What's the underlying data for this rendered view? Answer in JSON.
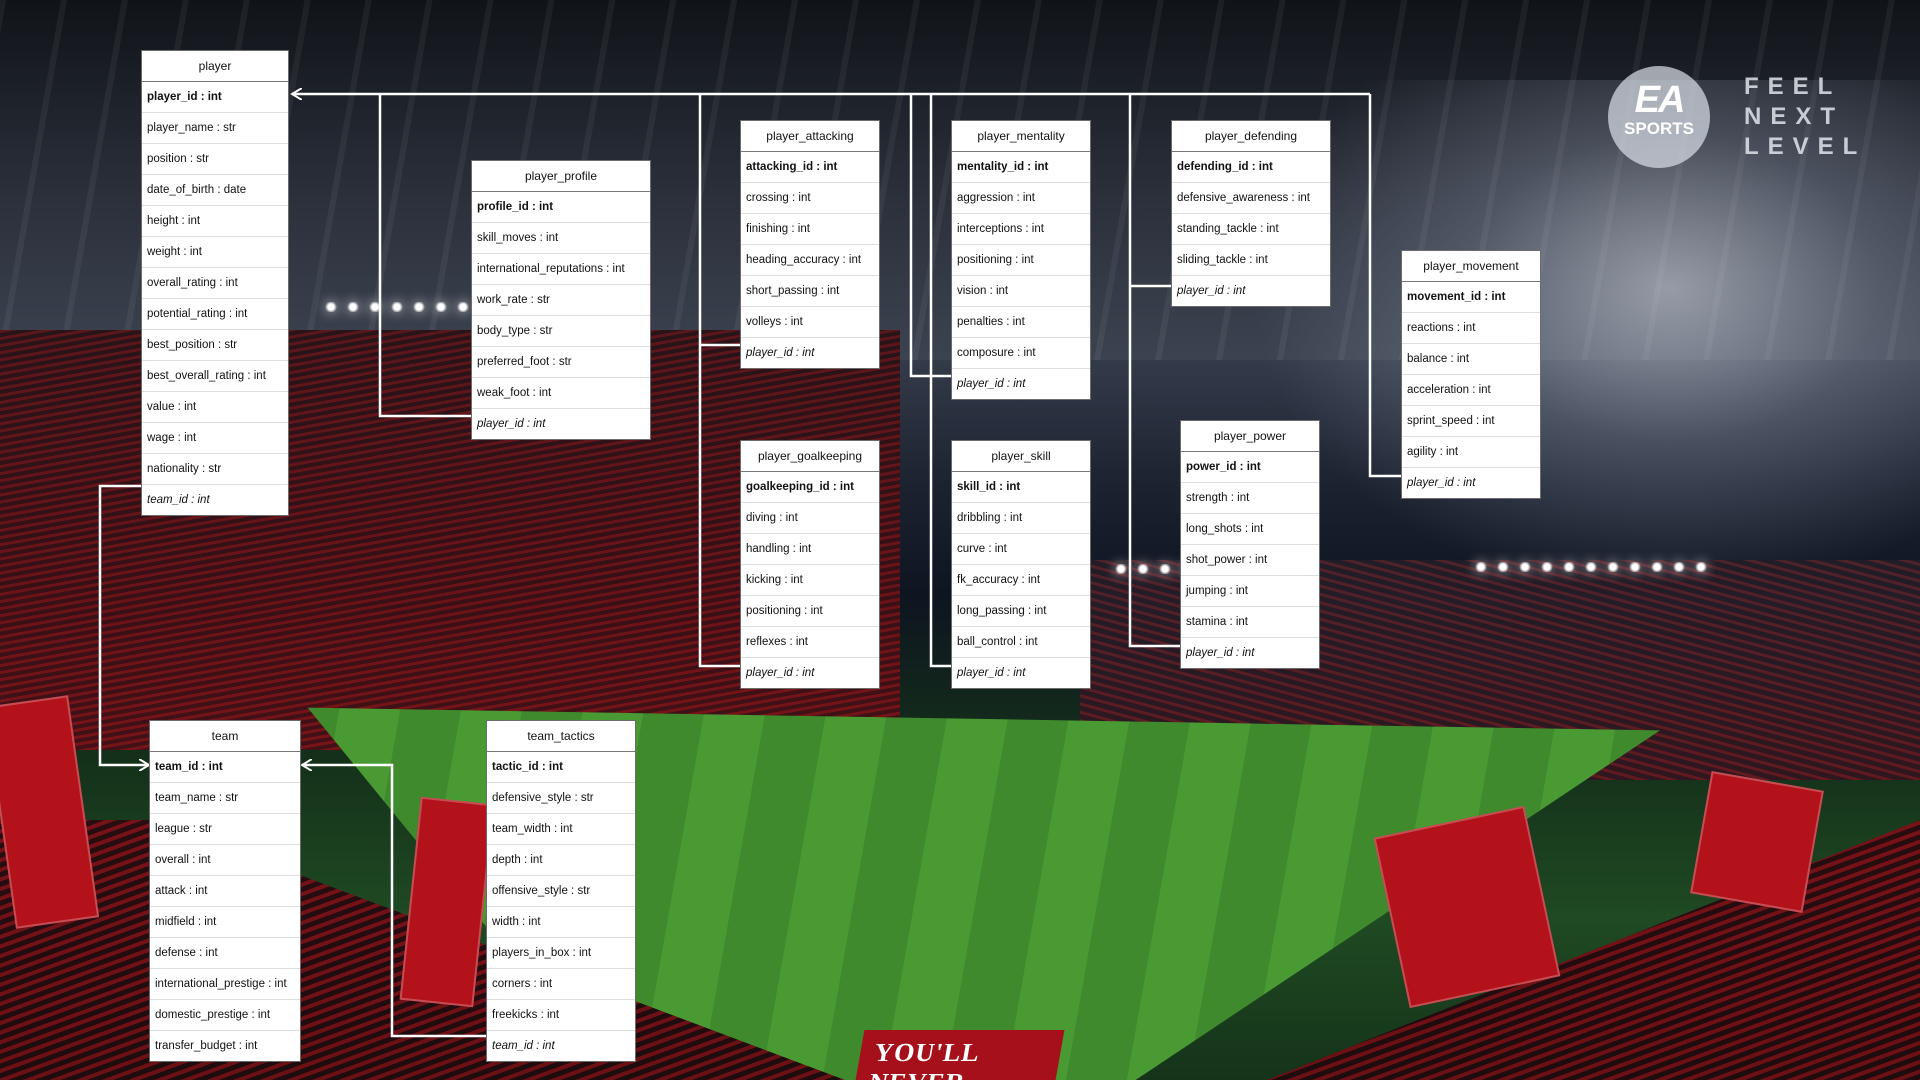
{
  "branding": {
    "logo_mark": "EA",
    "logo_sub": "SPORTS",
    "slogan": [
      "FEEL",
      "NEXT",
      "LEVEL"
    ],
    "banner_text": "YOU'LL NEVER"
  },
  "colors": {
    "table_bg": "#ffffff",
    "table_border": "#6b6b6b",
    "connector": "#ffffff",
    "text": "#111111"
  },
  "tables": {
    "player": {
      "name": "player",
      "fields": [
        {
          "label": "player_id : int",
          "kind": "pk"
        },
        {
          "label": "player_name : str",
          "kind": "attr"
        },
        {
          "label": "position : str",
          "kind": "attr"
        },
        {
          "label": "date_of_birth : date",
          "kind": "attr"
        },
        {
          "label": "height : int",
          "kind": "attr"
        },
        {
          "label": "weight : int",
          "kind": "attr"
        },
        {
          "label": "overall_rating : int",
          "kind": "attr"
        },
        {
          "label": "potential_rating : int",
          "kind": "attr"
        },
        {
          "label": "best_position : str",
          "kind": "attr"
        },
        {
          "label": "best_overall_rating : int",
          "kind": "attr"
        },
        {
          "label": "value : int",
          "kind": "attr"
        },
        {
          "label": "wage : int",
          "kind": "attr"
        },
        {
          "label": "nationality : str",
          "kind": "attr"
        },
        {
          "label": "team_id : int",
          "kind": "fk"
        }
      ]
    },
    "player_profile": {
      "name": "player_profile",
      "fields": [
        {
          "label": "profile_id : int",
          "kind": "pk"
        },
        {
          "label": "skill_moves : int",
          "kind": "attr"
        },
        {
          "label": "international_reputations : int",
          "kind": "attr"
        },
        {
          "label": "work_rate : str",
          "kind": "attr"
        },
        {
          "label": "body_type : str",
          "kind": "attr"
        },
        {
          "label": "preferred_foot : str",
          "kind": "attr"
        },
        {
          "label": "weak_foot : int",
          "kind": "attr"
        },
        {
          "label": "player_id : int",
          "kind": "fk"
        }
      ]
    },
    "player_attacking": {
      "name": "player_attacking",
      "fields": [
        {
          "label": "attacking_id : int",
          "kind": "pk"
        },
        {
          "label": "crossing : int",
          "kind": "attr"
        },
        {
          "label": "finishing : int",
          "kind": "attr"
        },
        {
          "label": "heading_accuracy : int",
          "kind": "attr"
        },
        {
          "label": "short_passing : int",
          "kind": "attr"
        },
        {
          "label": "volleys : int",
          "kind": "attr"
        },
        {
          "label": "player_id : int",
          "kind": "fk"
        }
      ]
    },
    "player_mentality": {
      "name": "player_mentality",
      "fields": [
        {
          "label": "mentality_id : int",
          "kind": "pk"
        },
        {
          "label": "aggression : int",
          "kind": "attr"
        },
        {
          "label": "interceptions : int",
          "kind": "attr"
        },
        {
          "label": "positioning : int",
          "kind": "attr"
        },
        {
          "label": "vision : int",
          "kind": "attr"
        },
        {
          "label": "penalties : int",
          "kind": "attr"
        },
        {
          "label": "composure : int",
          "kind": "attr"
        },
        {
          "label": "player_id : int",
          "kind": "fk"
        }
      ]
    },
    "player_defending": {
      "name": "player_defending",
      "fields": [
        {
          "label": "defending_id : int",
          "kind": "pk"
        },
        {
          "label": "defensive_awareness : int",
          "kind": "attr"
        },
        {
          "label": "standing_tackle : int",
          "kind": "attr"
        },
        {
          "label": "sliding_tackle : int",
          "kind": "attr"
        },
        {
          "label": "player_id : int",
          "kind": "fk"
        }
      ]
    },
    "player_movement": {
      "name": "player_movement",
      "fields": [
        {
          "label": "movement_id : int",
          "kind": "pk"
        },
        {
          "label": "reactions : int",
          "kind": "attr"
        },
        {
          "label": "balance : int",
          "kind": "attr"
        },
        {
          "label": "acceleration : int",
          "kind": "attr"
        },
        {
          "label": "sprint_speed : int",
          "kind": "attr"
        },
        {
          "label": "agility : int",
          "kind": "attr"
        },
        {
          "label": "player_id : int",
          "kind": "fk"
        }
      ]
    },
    "player_goalkeeping": {
      "name": "player_goalkeeping",
      "fields": [
        {
          "label": "goalkeeping_id : int",
          "kind": "pk"
        },
        {
          "label": "diving : int",
          "kind": "attr"
        },
        {
          "label": "handling : int",
          "kind": "attr"
        },
        {
          "label": "kicking : int",
          "kind": "attr"
        },
        {
          "label": "positioning : int",
          "kind": "attr"
        },
        {
          "label": "reflexes : int",
          "kind": "attr"
        },
        {
          "label": "player_id : int",
          "kind": "fk"
        }
      ]
    },
    "player_skill": {
      "name": "player_skill",
      "fields": [
        {
          "label": "skill_id : int",
          "kind": "pk"
        },
        {
          "label": "dribbling : int",
          "kind": "attr"
        },
        {
          "label": "curve : int",
          "kind": "attr"
        },
        {
          "label": "fk_accuracy : int",
          "kind": "attr"
        },
        {
          "label": "long_passing : int",
          "kind": "attr"
        },
        {
          "label": "ball_control : int",
          "kind": "attr"
        },
        {
          "label": "player_id : int",
          "kind": "fk"
        }
      ]
    },
    "player_power": {
      "name": "player_power",
      "fields": [
        {
          "label": "power_id : int",
          "kind": "pk"
        },
        {
          "label": "strength : int",
          "kind": "attr"
        },
        {
          "label": "long_shots : int",
          "kind": "attr"
        },
        {
          "label": "shot_power : int",
          "kind": "attr"
        },
        {
          "label": "jumping : int",
          "kind": "attr"
        },
        {
          "label": "stamina : int",
          "kind": "attr"
        },
        {
          "label": "player_id : int",
          "kind": "fk"
        }
      ]
    },
    "team": {
      "name": "team",
      "fields": [
        {
          "label": "team_id : int",
          "kind": "pk"
        },
        {
          "label": "team_name : str",
          "kind": "attr"
        },
        {
          "label": "league : str",
          "kind": "attr"
        },
        {
          "label": "overall : int",
          "kind": "attr"
        },
        {
          "label": "attack : int",
          "kind": "attr"
        },
        {
          "label": "midfield : int",
          "kind": "attr"
        },
        {
          "label": "defense : int",
          "kind": "attr"
        },
        {
          "label": "international_prestige : int",
          "kind": "attr"
        },
        {
          "label": "domestic_prestige : int",
          "kind": "attr"
        },
        {
          "label": "transfer_budget : int",
          "kind": "attr"
        }
      ]
    },
    "team_tactics": {
      "name": "team_tactics",
      "fields": [
        {
          "label": "tactic_id : int",
          "kind": "pk"
        },
        {
          "label": "defensive_style : str",
          "kind": "attr"
        },
        {
          "label": "team_width : int",
          "kind": "attr"
        },
        {
          "label": "depth : int",
          "kind": "attr"
        },
        {
          "label": "offensive_style : str",
          "kind": "attr"
        },
        {
          "label": "width : int",
          "kind": "attr"
        },
        {
          "label": "players_in_box : int",
          "kind": "attr"
        },
        {
          "label": "corners : int",
          "kind": "attr"
        },
        {
          "label": "freekicks : int",
          "kind": "attr"
        },
        {
          "label": "team_id : int",
          "kind": "fk"
        }
      ]
    }
  }
}
